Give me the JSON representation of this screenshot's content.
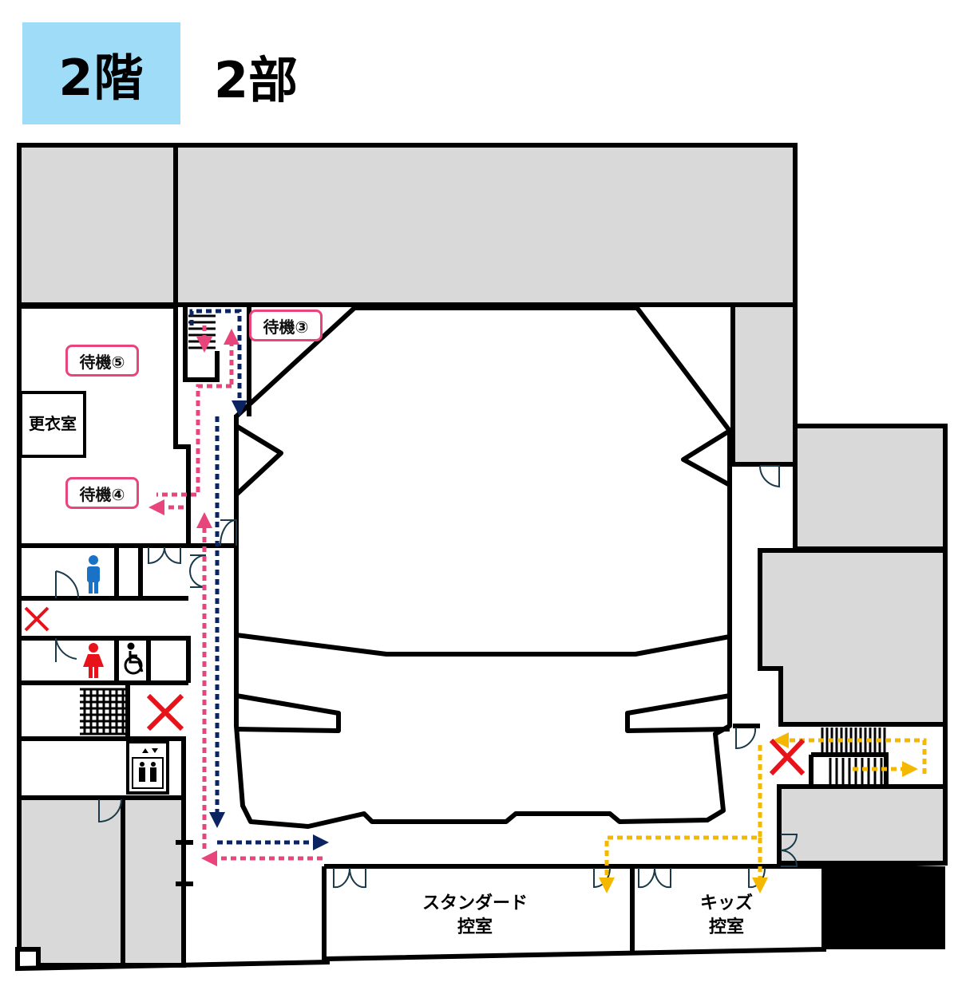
{
  "header": {
    "floor": "2階",
    "part": "2部"
  },
  "waiting_points": [
    {
      "id": "waiting-3",
      "label": "待機③"
    },
    {
      "id": "waiting-5",
      "label": "待機⑤"
    },
    {
      "id": "waiting-4",
      "label": "待機④"
    }
  ],
  "rooms": {
    "dressing_room": "更衣室",
    "standard_green_room": {
      "line1": "スタンダード",
      "line2": "控室"
    },
    "kids_green_room": {
      "line1": "キッズ",
      "line2": "控室"
    }
  },
  "icons": [
    "male-restroom-icon",
    "female-restroom-icon",
    "wheelchair-icon",
    "elevator-icon",
    "no-entry-icon",
    "door-icon",
    "stairs-icon"
  ],
  "colors": {
    "floor_badge": "#9fdcf7",
    "blocked_area": "#d9d9d9",
    "dark_room": "#000000",
    "route_navy": "#0b2461",
    "route_pink": "#e8457d",
    "route_yellow": "#f5b800",
    "no_entry": "#e8121a",
    "male_icon": "#1a72c6",
    "female_icon": "#e8121a"
  }
}
